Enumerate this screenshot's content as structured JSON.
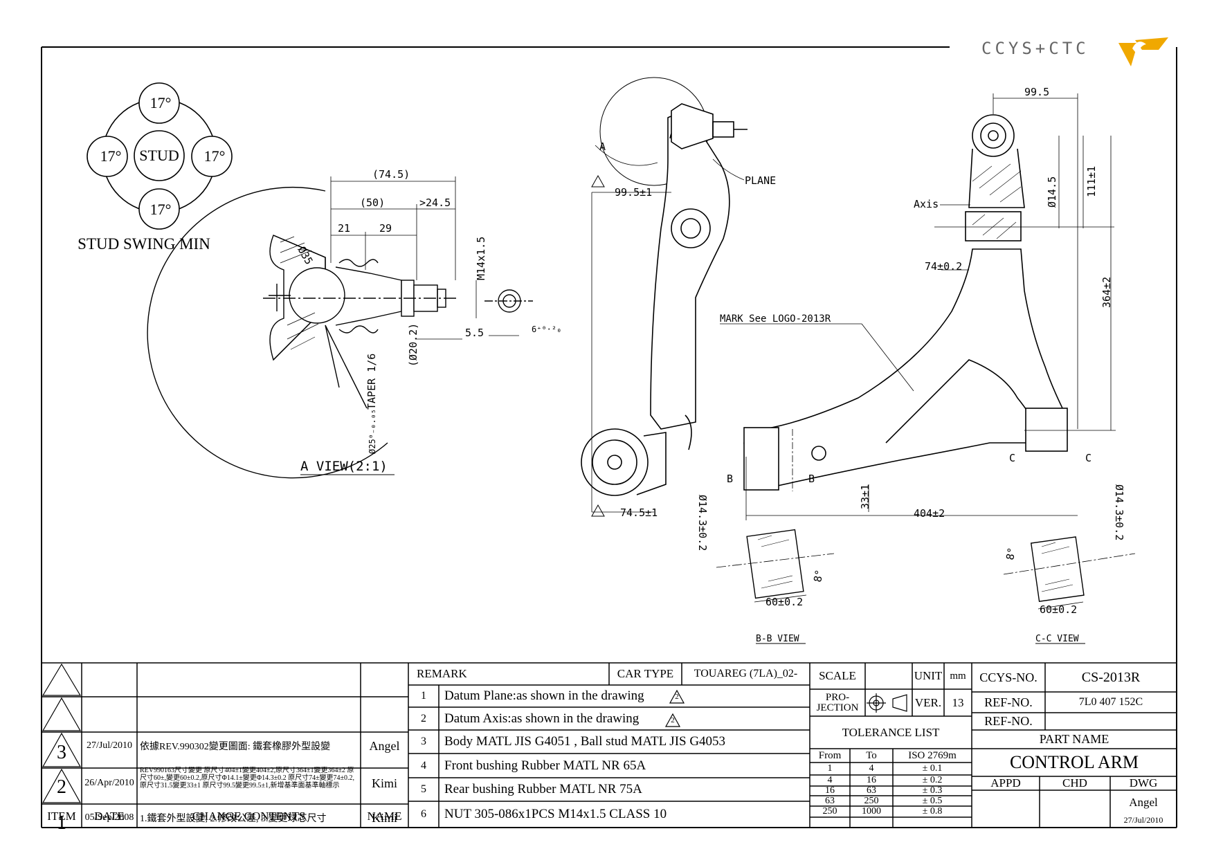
{
  "logo": {
    "text": "CCYS+CTC",
    "color": "#f0a800"
  },
  "views": {
    "stud_swing": {
      "center": "STUD",
      "angles": [
        "17°",
        "17°",
        "17°",
        "17°"
      ],
      "label": "STUD SWING MIN"
    },
    "a_view": {
      "title": "A VIEW(2:1)",
      "dims": [
        "(74.5)",
        "(50)",
        ">24.5",
        "21",
        "29",
        "Ø35",
        "M14x1.5",
        "(Ø20.2)",
        "5.5",
        "6⁺⁰·²₀",
        "TAPER 1/6",
        "Ø25⁰₋₀.₀₅"
      ]
    },
    "side": {
      "dims": [
        "99.5±1",
        "74.5±1"
      ],
      "labels": [
        "A",
        "PLANE"
      ]
    },
    "plan": {
      "dims": [
        "99.5",
        "Ø14.5",
        "111±1",
        "364±2",
        "74±0.2",
        "33±1",
        "404±2",
        "Ø14.3±0.2",
        "Ø14.3±0.2"
      ],
      "labels": [
        "Axis",
        "MARK See LOGO-2013R",
        "B",
        "B",
        "C",
        "C"
      ]
    },
    "bb": {
      "title": "B-B VIEW",
      "dims": [
        "60±0.2",
        "8°"
      ]
    },
    "cc": {
      "title": "C-C VIEW",
      "dims": [
        "60±0.2",
        "8°"
      ]
    }
  },
  "revisions": {
    "headers": {
      "item": "ITEM",
      "date": "DATE",
      "contents": "CHANGE CONTENTS",
      "name": "NAME"
    },
    "rows": [
      {
        "item": "3",
        "date": "27/Jul/2010",
        "contents": "依據REV.990302變更圖面: 鐵套橡膠外型設變",
        "name": "Angel"
      },
      {
        "item": "2",
        "date": "26/Apr/2010",
        "contents": "REV990163尺寸變更 原尺寸404±1變更404±2,原尺寸364±1變更364±2 原尺寸60±,變更60±0.2,原尺寸Φ14.1±變更Φ14.3±0.2 原尺寸74±變更74±0.2,原尺寸31.5變更33±1 原尺寸99.5變更99.5±1,新增基準面基準軸標示",
        "name": "Kimi"
      },
      {
        "item": "1",
        "date": "05/Sep/2008",
        "contents": "1.鐵套外型設變, 2.修改公差, 3.變更球芯尺寸",
        "name": "Kimi"
      }
    ]
  },
  "remark": {
    "label": "REMARK",
    "car_type_label": "CAR TYPE",
    "car_type": "TOUAREG (7LA)_02-",
    "items": [
      {
        "no": "1",
        "text": "Datum Plane:as shown in the drawing",
        "flag": "2"
      },
      {
        "no": "2",
        "text": "Datum Axis:as shown in the drawing",
        "flag": "2"
      },
      {
        "no": "3",
        "text": "Body MATL JIS G4051 , Ball stud MATL JIS G4053"
      },
      {
        "no": "4",
        "text": "Front bushing Rubber MATL NR 65A"
      },
      {
        "no": "5",
        "text": "Rear bushing Rubber MATL NR 75A"
      },
      {
        "no": "6",
        "text": "NUT 305-086x1PCS M14x1.5 CLASS 10"
      }
    ]
  },
  "info": {
    "scale_label": "SCALE",
    "unit_label": "UNIT",
    "unit": "mm",
    "projection_label": "PRO-\nJECTION",
    "ver_label": "VER.",
    "ver": "13",
    "tolerance_title": "TOLERANCE LIST",
    "tolerance_headers": [
      "From",
      "To",
      "ISO 2769m"
    ],
    "tolerance_rows": [
      [
        "1",
        "4",
        "± 0.1"
      ],
      [
        "4",
        "16",
        "± 0.2"
      ],
      [
        "16",
        "63",
        "± 0.3"
      ],
      [
        "63",
        "250",
        "± 0.5"
      ],
      [
        "250",
        "1000",
        "± 0.8"
      ]
    ],
    "ccys_no_label": "CCYS-NO.",
    "ccys_no": "CS-2013R",
    "ref_no_label": "REF-NO.",
    "ref_no": "7L0 407 152C",
    "ref_no2_label": "REF-NO.",
    "part_name_label": "PART NAME",
    "part_name": "CONTROL ARM",
    "approvals": {
      "appd": "APPD",
      "chd": "CHD",
      "dwg": "DWG",
      "dwg_name": "Angel",
      "dwg_date": "27/Jul/2010"
    }
  }
}
